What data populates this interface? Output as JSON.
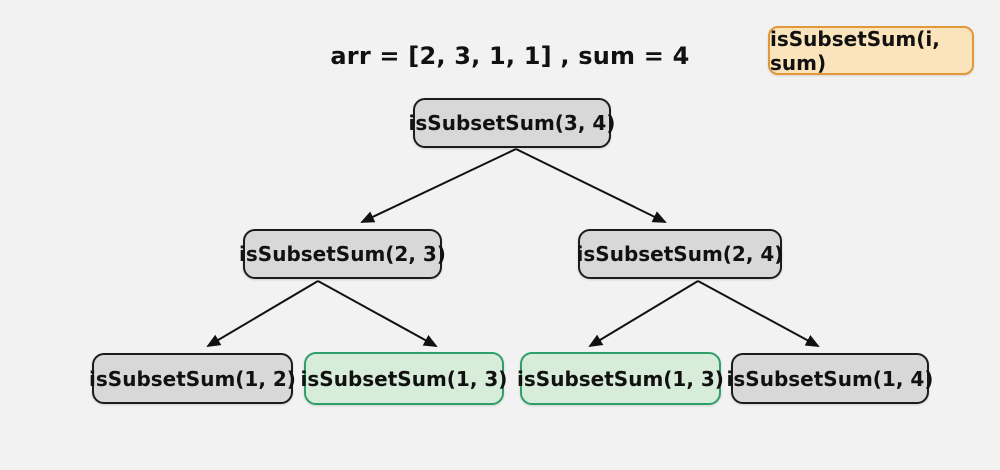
{
  "title": {
    "text": "arr = [2, 3, 1, 1] , sum = 4"
  },
  "legend": {
    "label": "isSubsetSum(i, sum)"
  },
  "colors": {
    "background": "#f2f2f2",
    "node_fill": "#d8d8d8",
    "node_border": "#1c1c1c",
    "highlight_fill": "#d7ecd9",
    "highlight_border": "#2e9f6b",
    "legend_fill": "#fbe4bb",
    "legend_border": "#e0983a",
    "arrow": "#111111"
  },
  "tree": {
    "root": {
      "label": "isSubsetSum(3, 4)",
      "highlighted": false
    },
    "level2": [
      {
        "label": "isSubsetSum(2, 3)",
        "highlighted": false
      },
      {
        "label": "isSubsetSum(2, 4)",
        "highlighted": false
      }
    ],
    "level3": [
      {
        "label": "isSubsetSum(1, 2)",
        "highlighted": false
      },
      {
        "label": "isSubsetSum(1, 3)",
        "highlighted": true
      },
      {
        "label": "isSubsetSum(1, 3)",
        "highlighted": true
      },
      {
        "label": "isSubsetSum(1, 4)",
        "highlighted": false
      }
    ]
  }
}
